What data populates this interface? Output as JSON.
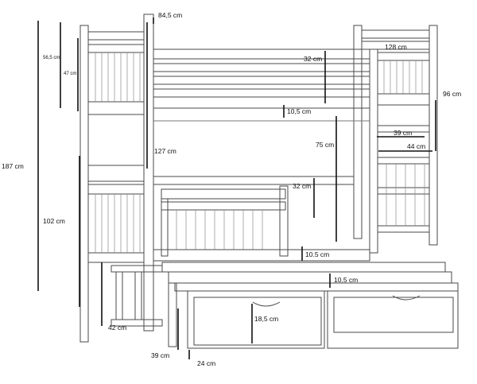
{
  "diagram": {
    "dimensions": {
      "width_top": "84,5 cm",
      "length": "128 cm",
      "depth": "96 cm",
      "height_total": "187 cm",
      "headboard_upper": "56,5 cm",
      "headboard_upper_inner": "47 cm",
      "post_upper": "127 cm",
      "rail_upper": "32 cm",
      "gap_upper": "10,5 cm",
      "clearance_mid": "75 cm",
      "ladder_step": "39 cm",
      "ladder_width": "44 cm",
      "headboard_lower": "102 cm",
      "rail_lower": "32 cm",
      "gap_lower": "10.5 cm",
      "gap_trundle": "10,5 cm",
      "drawer_height": "18,5 cm",
      "foot_depth": "42 cm",
      "trundle_height": "39 cm",
      "drawer_gap": "24 cm"
    },
    "colors": {
      "outline": "#4a4a4a",
      "dimension": "#111111"
    }
  }
}
